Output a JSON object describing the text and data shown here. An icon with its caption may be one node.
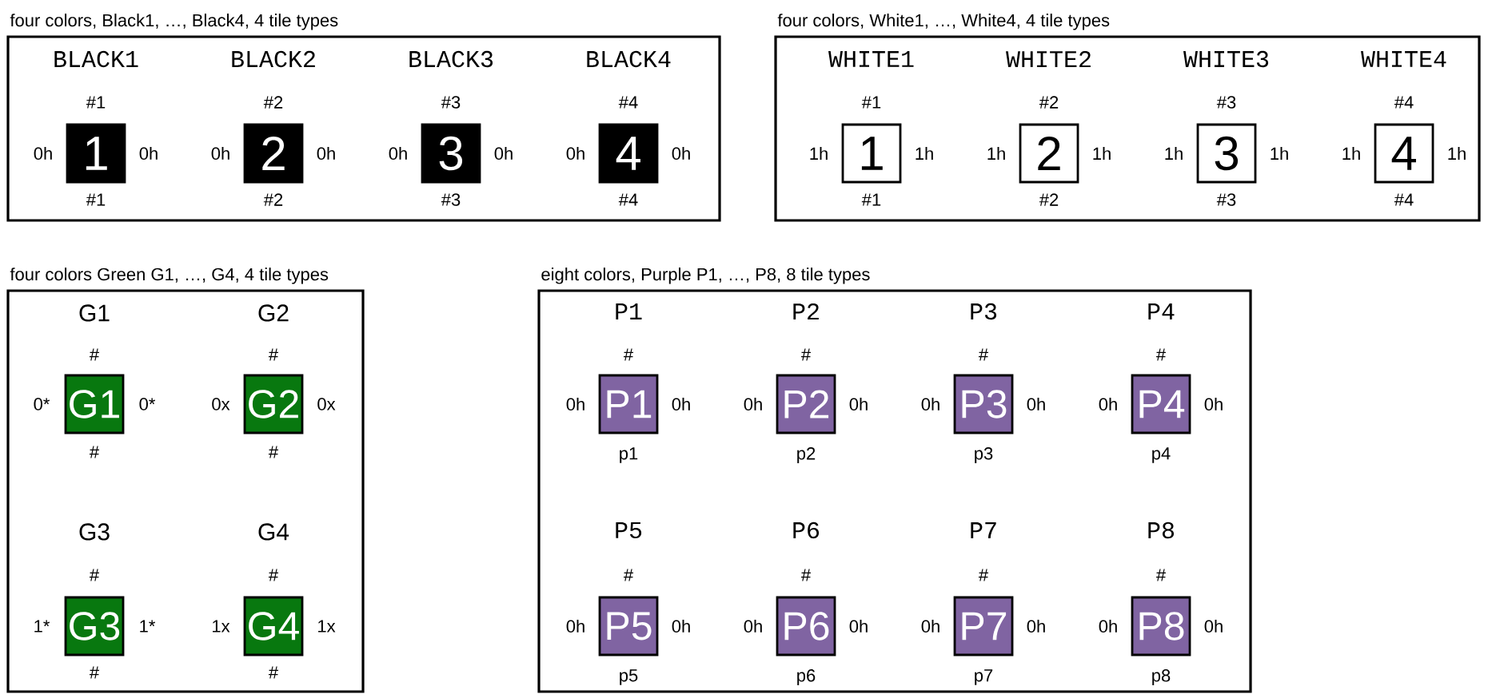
{
  "diagram": {
    "nodes": [
      {
        "text": [
          "four colors, Black1, …, Black4, 4 tile types"
        ]
      },
      {
        "text": [
          "1"
        ],
        "in": 0,
        "beside": [
          "BLACK1",
          "#1",
          "0h",
          "0h",
          "#1"
        ]
      },
      {
        "text": [
          "2"
        ],
        "in": 0,
        "beside": [
          "BLACK2",
          "#2",
          "0h",
          "0h",
          "#2"
        ]
      },
      {
        "text": [
          "3"
        ],
        "in": 0,
        "beside": [
          "BLACK3",
          "#3",
          "0h",
          "0h",
          "#3"
        ]
      },
      {
        "text": [
          "4"
        ],
        "in": 0,
        "beside": [
          "BLACK4",
          "#4",
          "0h",
          "0h",
          "#4"
        ]
      },
      {
        "text": [
          "four colors, White1, …, White4, 4 tile types"
        ]
      },
      {
        "text": [
          "1"
        ],
        "in": 5,
        "beside": [
          "WHITE1",
          "#1",
          "1h",
          "1h",
          "#1"
        ]
      },
      {
        "text": [
          "2"
        ],
        "in": 5,
        "beside": [
          "WHITE2",
          "#2",
          "1h",
          "1h",
          "#2"
        ]
      },
      {
        "text": [
          "3"
        ],
        "in": 5,
        "beside": [
          "WHITE3",
          "#3",
          "1h",
          "1h",
          "#3"
        ]
      },
      {
        "text": [
          "4"
        ],
        "in": 5,
        "beside": [
          "WHITE4",
          "#4",
          "1h",
          "1h",
          "#4"
        ]
      },
      {
        "text": [
          "four colors Green G1, …, G4, 4 tile types"
        ]
      },
      {
        "text": [
          "G1"
        ],
        "in": 10,
        "beside": [
          "G1",
          "#",
          "0*",
          "0*",
          "#"
        ]
      },
      {
        "text": [
          "G2"
        ],
        "in": 10,
        "beside": [
          "G2",
          "#",
          "0x",
          "0x",
          "#"
        ]
      },
      {
        "text": [
          "G3"
        ],
        "in": 10,
        "beside": [
          "G3",
          "#",
          "1*",
          "1*",
          "#"
        ]
      },
      {
        "text": [
          "G4"
        ],
        "in": 10,
        "beside": [
          "G4",
          "#",
          "1x",
          "1x",
          "#"
        ]
      },
      {
        "text": [
          "eight colors, Purple P1, …, P8, 8 tile types"
        ]
      },
      {
        "text": [
          "P1"
        ],
        "in": 15,
        "beside": [
          "P1",
          "#",
          "0h",
          "0h",
          "p1"
        ]
      },
      {
        "text": [
          "P2"
        ],
        "in": 15,
        "beside": [
          "P2",
          "#",
          "0h",
          "0h",
          "p2"
        ]
      },
      {
        "text": [
          "P3"
        ],
        "in": 15,
        "beside": [
          "P3",
          "#",
          "0h",
          "0h",
          "p3"
        ]
      },
      {
        "text": [
          "P4"
        ],
        "in": 15,
        "beside": [
          "P4",
          "#",
          "0h",
          "0h",
          "p4"
        ]
      },
      {
        "text": [
          "P5"
        ],
        "in": 15,
        "beside": [
          "P5",
          "#",
          "0h",
          "0h",
          "p5"
        ]
      },
      {
        "text": [
          "P6"
        ],
        "in": 15,
        "beside": [
          "P6",
          "#",
          "0h",
          "0h",
          "p6"
        ]
      },
      {
        "text": [
          "P7"
        ],
        "in": 15,
        "beside": [
          "P7",
          "#",
          "0h",
          "0h",
          "p7"
        ]
      },
      {
        "text": [
          "P8"
        ],
        "in": 15,
        "beside": [
          "P8",
          "#",
          "0h",
          "0h",
          "p8"
        ]
      }
    ]
  }
}
